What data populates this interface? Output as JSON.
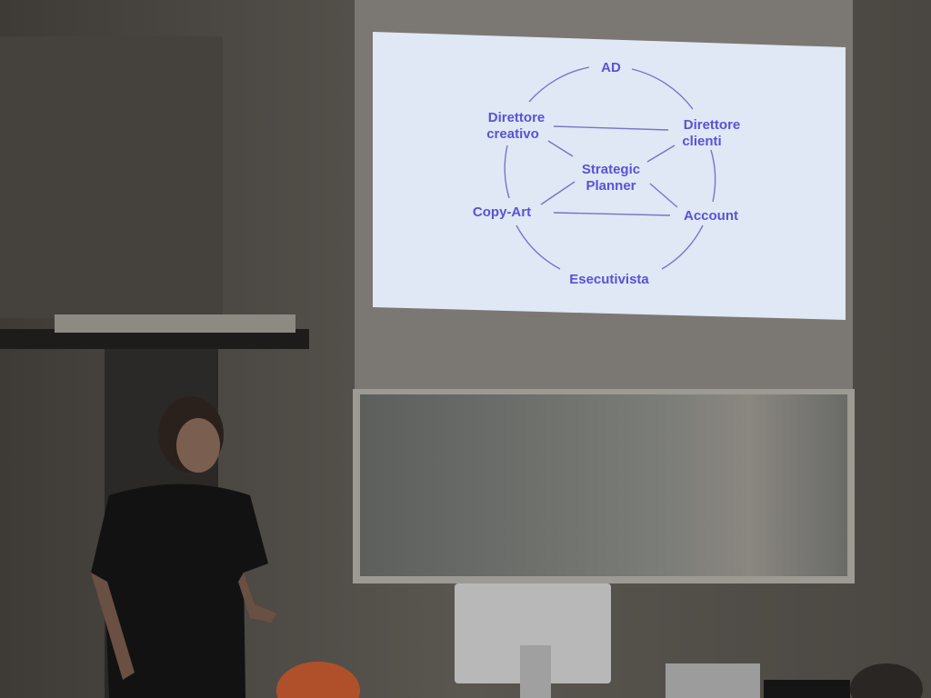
{
  "slide": {
    "nodes": {
      "ad": "AD",
      "direttore_creativo_1": "Direttore",
      "direttore_creativo_2": "creativo",
      "direttore_clienti_1": "Direttore",
      "direttore_clienti_2": "clienti",
      "strategic_1": "Strategic",
      "strategic_2": "Planner",
      "copy_art": "Copy-Art",
      "account": "Account",
      "esecutivista": "Esecutivista"
    }
  },
  "colors": {
    "slide_text": "#5a52d6",
    "slide_bg": "#dfe8f4",
    "wall": "#4d4944"
  }
}
